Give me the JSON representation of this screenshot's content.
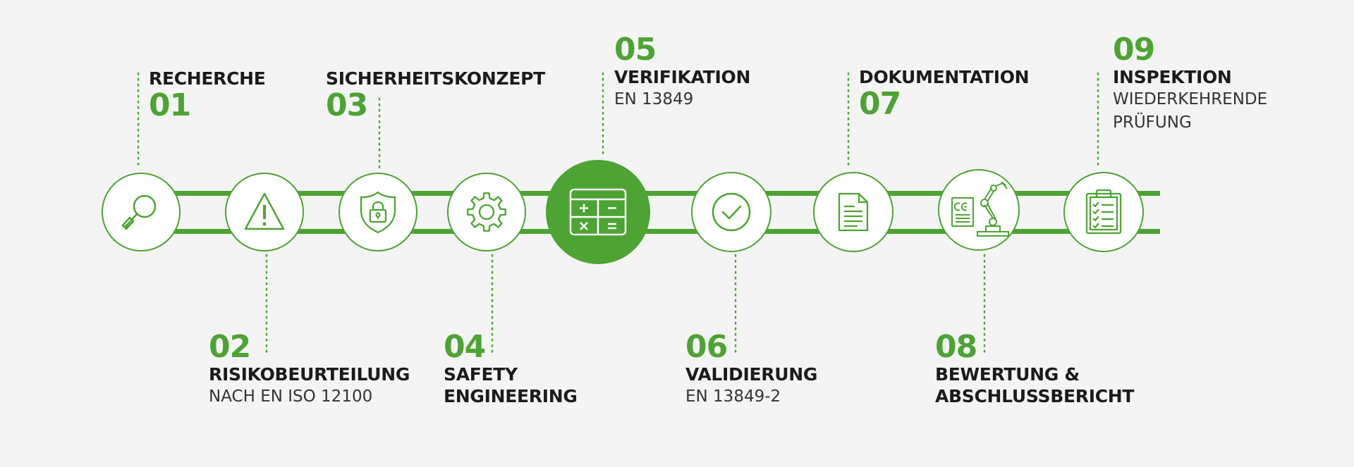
{
  "colors": {
    "accent": "#4da333",
    "background": "#f4f4f4",
    "text": "#1b1b1b",
    "subtext": "#333333"
  },
  "steps": [
    {
      "number": "01",
      "title": "RECHERCHE",
      "subtitle": "",
      "icon": "magnifier-icon"
    },
    {
      "number": "02",
      "title": "RISIKOBEURTEILUNG",
      "subtitle": "NACH EN ISO 12100",
      "icon": "warning-triangle-icon"
    },
    {
      "number": "03",
      "title": "SICHERHEITSKONZEPT",
      "subtitle": "",
      "icon": "shield-lock-icon"
    },
    {
      "number": "04",
      "title": "SAFETY",
      "title2": "ENGINEERING",
      "subtitle": "",
      "icon": "gear-icon"
    },
    {
      "number": "05",
      "title": "VERIFIKATION",
      "subtitle": "EN 13849",
      "icon": "calculator-icon"
    },
    {
      "number": "06",
      "title": "VALIDIERUNG",
      "subtitle": "EN 13849-2",
      "icon": "checkmark-circle-icon"
    },
    {
      "number": "07",
      "title": "DOKUMENTATION",
      "subtitle": "",
      "icon": "document-icon"
    },
    {
      "number": "08",
      "title": "BEWERTUNG &",
      "title2": "ABSCHLUSSBERICHT",
      "subtitle": "",
      "icon": "ce-robot-arm-icon"
    },
    {
      "number": "09",
      "title": "INSPEKTION",
      "subtitle": "WIEDERKEHRENDE",
      "subtitle2": "PRÜFUNG",
      "icon": "clipboard-checklist-icon"
    }
  ]
}
